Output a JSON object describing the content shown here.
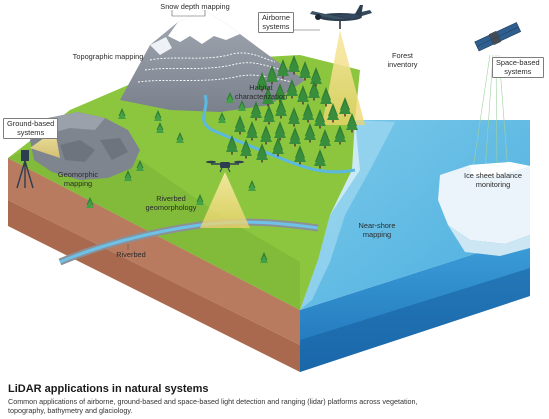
{
  "labels": {
    "snow_depth": "Snow depth mapping",
    "airborne_systems": "Airborne\nsystems",
    "topographic": "Topographic mapping",
    "forest_inventory": "Forest\ninventory",
    "habitat": "Habitat\ncharacterization",
    "space_based": "Space-based\nsystems",
    "ground_based": "Ground-based\nsystems",
    "geomorphic": "Geomorphic\nmapping",
    "riverbed_geomorphology": "Riverbed\ngeomorphology",
    "ice_sheet": "Ice sheet balance\nmonitoring",
    "near_shore": "Near-shore\nmapping",
    "riverbed": "Riverbed"
  },
  "caption": {
    "title": "LiDAR applications in natural systems",
    "description": "Common applications of airborne, ground-based and space-based light detection and ranging (lidar) platforms across vegetation, topography, bathymetry and glaciology."
  },
  "colors": {
    "grass": "#8cc63f",
    "grass_dark": "#6da832",
    "soil_front": "#c2876a",
    "soil_side": "#a86b52",
    "water": "#5bb8e0",
    "water_deep": "#2f8fcf",
    "rock": "#8e95a0",
    "snow": "#ffffff",
    "ice": "#e4f1f8",
    "tree": "#2e7d32",
    "beam": "#f3e08a"
  },
  "icons": [
    "airplane-icon",
    "satellite-icon",
    "drone-icon",
    "tripod-scanner-icon",
    "conifer-tree-icon"
  ]
}
